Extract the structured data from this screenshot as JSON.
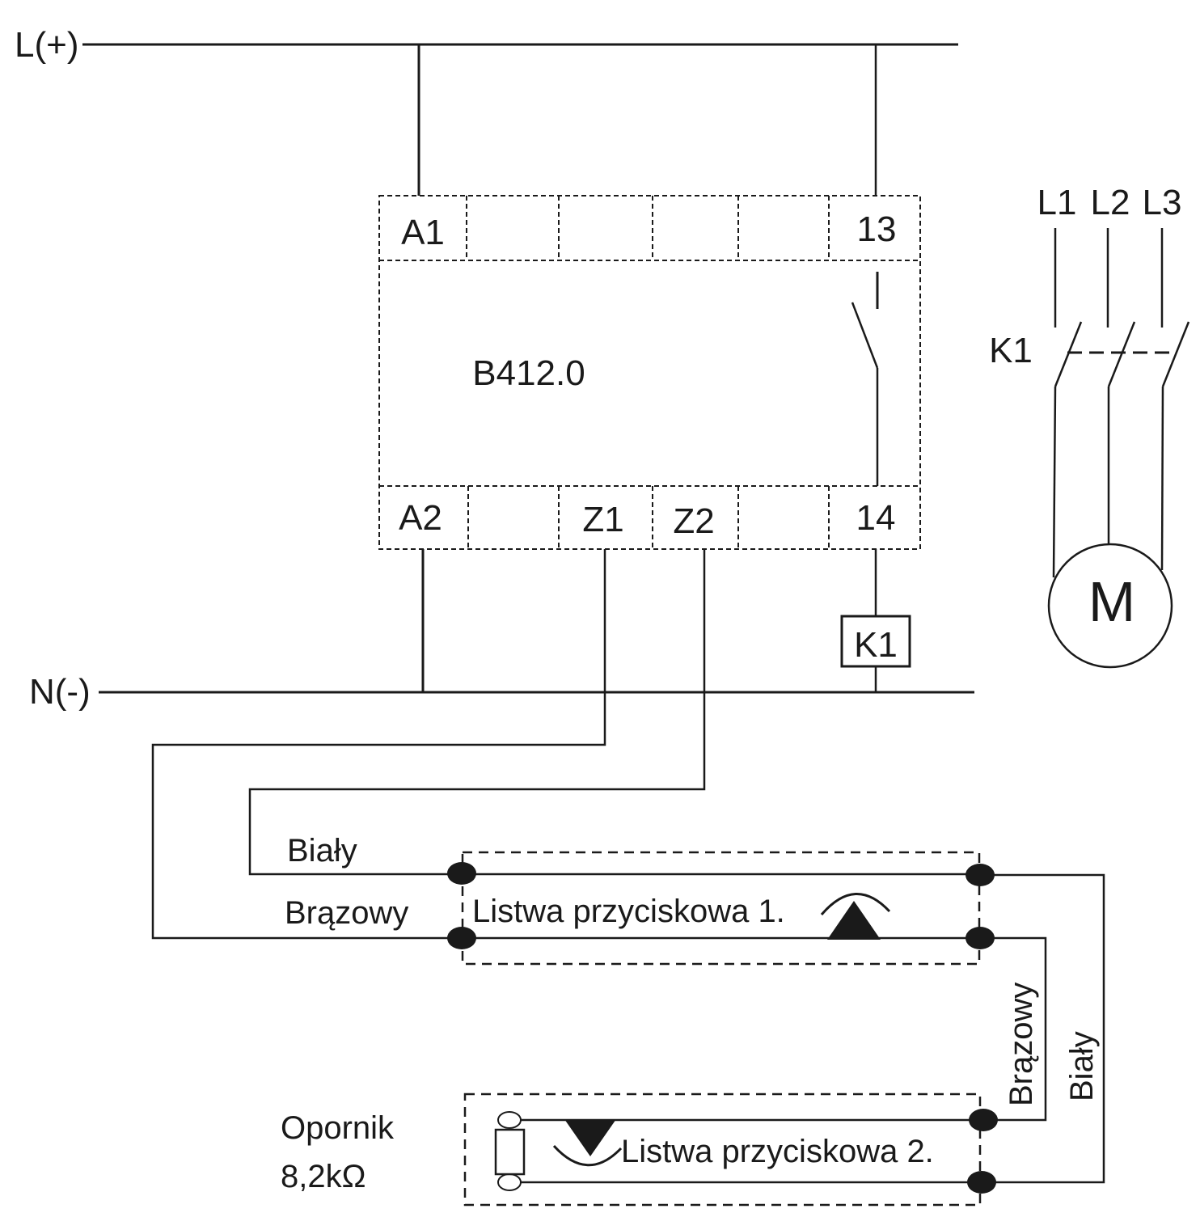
{
  "rails": {
    "positive": "L(+)",
    "negative": "N(-)"
  },
  "device": {
    "name": "B412.0",
    "top_terminals": [
      "A1",
      "",
      "",
      "",
      "",
      "13"
    ],
    "bottom_terminals": [
      "A2",
      "",
      "Z1",
      "Z2",
      "",
      "14"
    ]
  },
  "contactor": {
    "coil_label": "K1",
    "contact_label": "K1"
  },
  "motor": {
    "label": "M",
    "phases": [
      "L1",
      "L2",
      "L3"
    ]
  },
  "wires": {
    "white": "Biały",
    "brown": "Brązowy"
  },
  "strip1": {
    "label": "Listwa przyciskowa 1."
  },
  "strip2": {
    "label": "Listwa przyciskowa 2."
  },
  "resistor": {
    "line1": "Opornik",
    "line2": "8,2kΩ"
  }
}
